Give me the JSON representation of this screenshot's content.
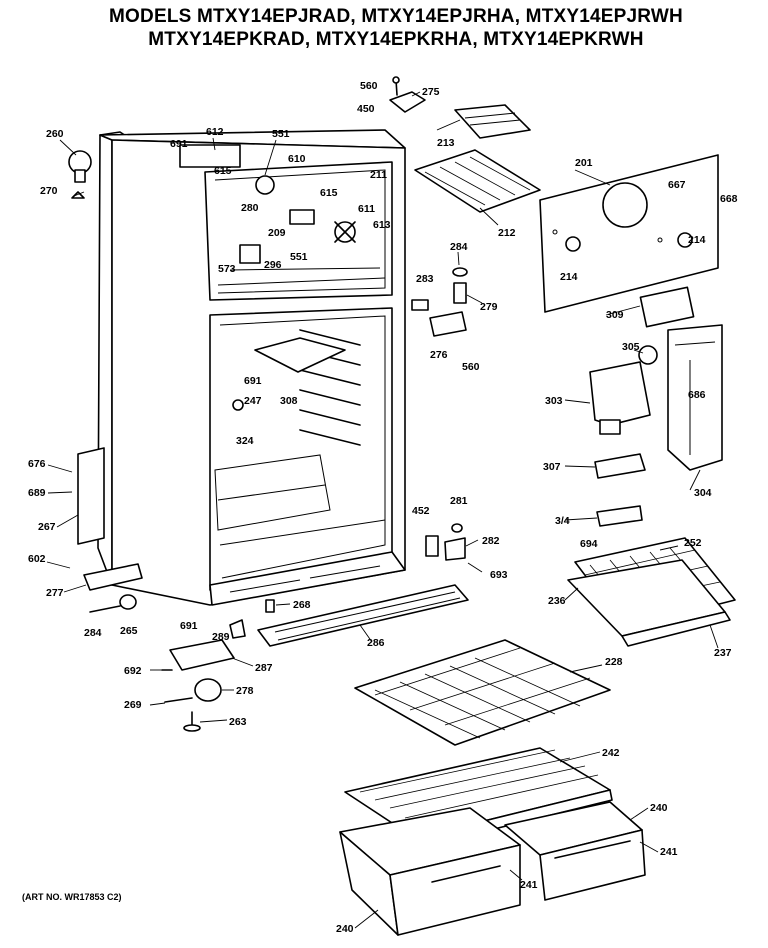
{
  "title": {
    "line1": "MODELS MTXY14EPJRAD, MTXY14EPJRHA, MTXY14EPJRWH",
    "line2": "MTXY14EPKRAD, MTXY14EPKRHA, MTXY14EPKRWH"
  },
  "art_number": "(ART NO. WR17853 C2)",
  "part_labels": {
    "p560a": "560",
    "p275": "275",
    "p450": "450",
    "p213": "213",
    "p260": "260",
    "p612": "612",
    "p551a": "551",
    "p691a": "691",
    "p610": "610",
    "p615a": "615",
    "p211": "211",
    "p201": "201",
    "p270": "270",
    "p280": "280",
    "p615b": "615",
    "p611": "611",
    "p667": "667",
    "p668": "668",
    "p209": "209",
    "p613": "613",
    "p212": "212",
    "p214a": "214",
    "p573": "573",
    "p296": "296",
    "p551b": "551",
    "p284a": "284",
    "p214b": "214",
    "p283": "283",
    "p279": "279",
    "p309": "309",
    "p276": "276",
    "p560b": "560",
    "p305": "305",
    "p691b": "691",
    "p247": "247",
    "p308": "308",
    "p303": "303",
    "p686": "686",
    "p324": "324",
    "p676": "676",
    "p307": "307",
    "p689": "689",
    "p304": "304",
    "p452": "452",
    "p281": "281",
    "p267": "267",
    "p314": "3/4",
    "p282": "282",
    "p694": "694",
    "p252": "252",
    "p602": "602",
    "p693": "693",
    "p277": "277",
    "p236": "236",
    "p268": "268",
    "p284b": "284",
    "p265": "265",
    "p691c": "691",
    "p289": "289",
    "p286": "286",
    "p237": "237",
    "p228": "228",
    "p692": "692",
    "p287": "287",
    "p278": "278",
    "p269": "269",
    "p263": "263",
    "p242": "242",
    "p240a": "240",
    "p241a": "241",
    "p241b": "241",
    "p240b": "240"
  }
}
